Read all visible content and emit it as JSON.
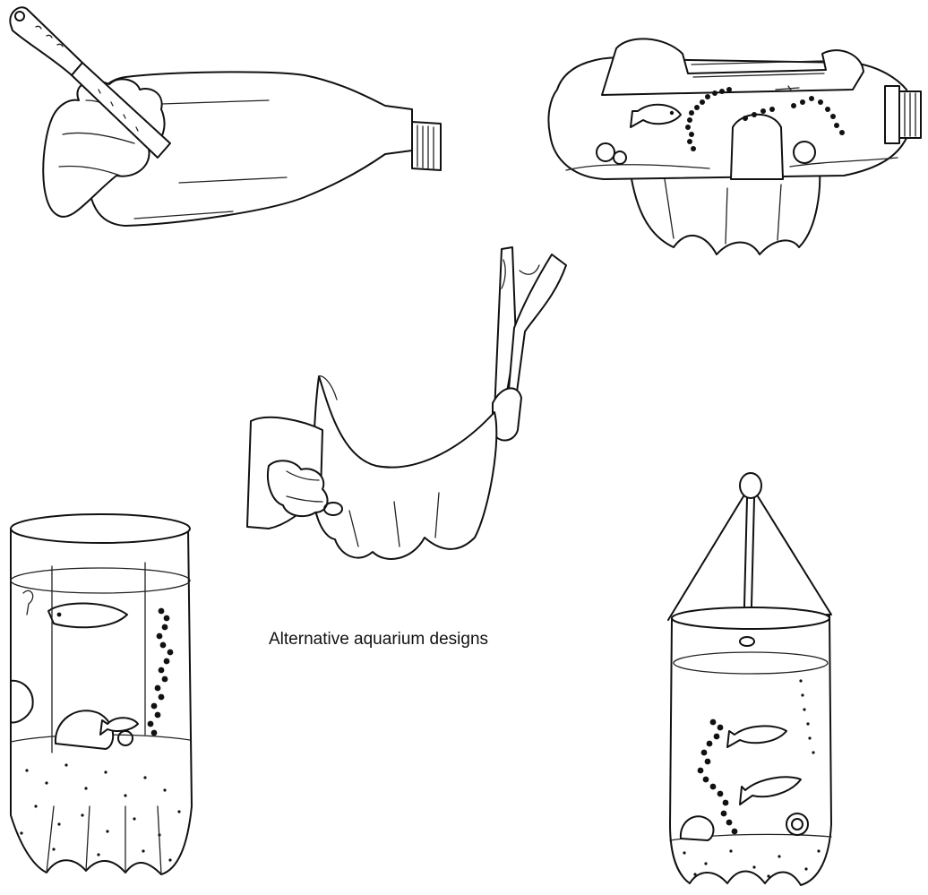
{
  "caption": "Alternative aquarium designs",
  "illustrations": [
    {
      "id": "cutting-bottle",
      "icon": "bottle-cutting-illustration"
    },
    {
      "id": "horizontal-aquarium",
      "icon": "horizontal-bottle-aquarium-illustration"
    },
    {
      "id": "trimming-bottle",
      "icon": "scissors-trimming-illustration"
    },
    {
      "id": "upright-aquarium",
      "icon": "upright-bottle-aquarium-illustration"
    },
    {
      "id": "hanging-aquarium",
      "icon": "hanging-bottle-aquarium-illustration"
    }
  ],
  "colors": {
    "ink": "#111111",
    "paper": "#ffffff"
  }
}
